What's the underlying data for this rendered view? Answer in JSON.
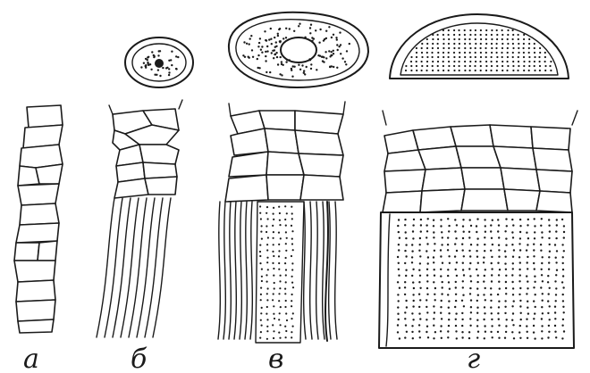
{
  "panels": [
    {
      "id": "a",
      "label": "а"
    },
    {
      "id": "b",
      "label": "б"
    },
    {
      "id": "v",
      "label": "в"
    },
    {
      "id": "g",
      "label": "г"
    }
  ]
}
